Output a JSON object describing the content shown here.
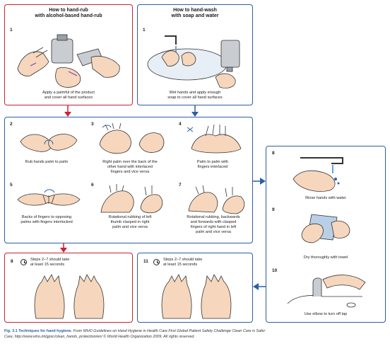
{
  "panel_rub": {
    "title_line1": "How to hand-rub",
    "title_line2": "with alcohol-based hand-rub",
    "step": "1",
    "caption_line1": "Apply a palmful of the product",
    "caption_line2": "and cover all hand surfaces"
  },
  "panel_wash": {
    "title_line1": "How to hand-wash",
    "title_line2": "with soap and water",
    "step": "1",
    "caption_line1": "Wet hands and apply enough",
    "caption_line2": "soap to cover all hand surfaces"
  },
  "steps": {
    "s2": {
      "num": "2",
      "lines": [
        "Rub hands palm to palm"
      ]
    },
    "s3": {
      "num": "3",
      "lines": [
        "Right palm over the back of the",
        "other hand with interlaced",
        "fingers and vice versa"
      ]
    },
    "s4": {
      "num": "4",
      "lines": [
        "Palm to palm with",
        "fingers interlaced"
      ]
    },
    "s5": {
      "num": "5",
      "lines": [
        "Backs of fingers to opposing",
        "palms with fingers interlocked"
      ]
    },
    "s6": {
      "num": "6",
      "lines": [
        "Rotational rubbing of left",
        "thumb clasped in right",
        "palm and vice versa"
      ]
    },
    "s7": {
      "num": "7",
      "lines": [
        "Rotational rubbing, backwards",
        "and forwards with clasped",
        "fingers of right hand in left",
        "palm and vice versa"
      ]
    }
  },
  "panel_8_rub": {
    "num": "8",
    "line1": "Steps 2–7 should take",
    "line2": "at least 15 seconds"
  },
  "panel_11_wash": {
    "num": "11",
    "line1": "Steps 2–7 should take",
    "line2": "at least 15 seconds"
  },
  "right": {
    "s8": {
      "num": "8",
      "caption": "Rinse hands with water"
    },
    "s9": {
      "num": "9",
      "caption": "Dry thoroughly with towel"
    },
    "s10": {
      "num": "10",
      "caption": "Use elbow to turn off tap"
    }
  },
  "footer": {
    "fig_label": "Fig. 3.1",
    "fig_title": "Techniques for hand hygiene.",
    "source_line1": "From WHO Guidelines on Hand Hygiene in Health Care First Global Patient Safety Challenge Clean Care is Safer",
    "source_line2": "Care, http://www.who.int/gpsc/clean_hands_protection/en/ © World Health Organization 2009. All rights reserved."
  },
  "colors": {
    "rub_border": "#cc2233",
    "wash_border": "#2b5fa6",
    "skin": "#f6d7bd",
    "outline": "#333333",
    "accent_blue": "#2b5fa6"
  }
}
